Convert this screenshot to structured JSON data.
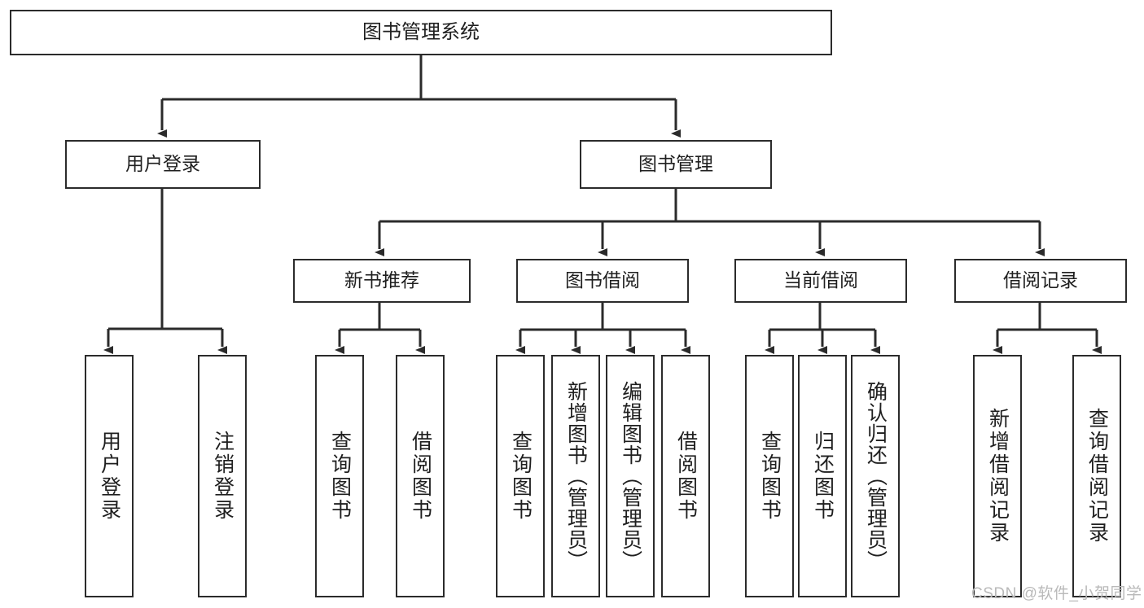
{
  "diagram": {
    "type": "tree-hierarchy-flowchart",
    "title": "图书管理系统",
    "stroke_color": "#2b2b2b",
    "fill_color": "#ffffff",
    "text_color": "#1f1f1f"
  },
  "nodes": {
    "root": {
      "label": "图书管理系统"
    },
    "level2": [
      {
        "id": "user-login",
        "label": "用户登录"
      },
      {
        "id": "book-manage",
        "label": "图书管理"
      }
    ],
    "level3": [
      {
        "id": "new-book-recommend",
        "label": "新书推荐"
      },
      {
        "id": "book-borrow",
        "label": "图书借阅"
      },
      {
        "id": "current-borrow",
        "label": "当前借阅"
      },
      {
        "id": "borrow-record",
        "label": "借阅记录"
      }
    ],
    "leaves": {
      "user_login": [
        {
          "id": "leaf-user-login",
          "label": "用户登录"
        },
        {
          "id": "leaf-logout-login",
          "label": "注销登录"
        }
      ],
      "new_book_recommend": [
        {
          "id": "leaf-query-book-1",
          "label": "查询图书"
        },
        {
          "id": "leaf-borrow-book-1",
          "label": "借阅图书"
        }
      ],
      "book_borrow": [
        {
          "id": "leaf-query-book-2",
          "label": "查询图书"
        },
        {
          "id": "leaf-add-book-admin",
          "label": "新增图书（管理员）"
        },
        {
          "id": "leaf-edit-book-admin",
          "label": "编辑图书（管理员）"
        },
        {
          "id": "leaf-borrow-book-2",
          "label": "借阅图书"
        }
      ],
      "current_borrow": [
        {
          "id": "leaf-query-book-3",
          "label": "查询图书"
        },
        {
          "id": "leaf-return-book",
          "label": "归还图书"
        },
        {
          "id": "leaf-confirm-return-admin",
          "label": "确认归还（管理员）"
        }
      ],
      "borrow_record": [
        {
          "id": "leaf-add-borrow-record",
          "label": "新增借阅记录"
        },
        {
          "id": "leaf-query-borrow-record",
          "label": "查询借阅记录"
        }
      ]
    }
  },
  "watermark": {
    "text": "CSDN @软件_小贺同学"
  }
}
